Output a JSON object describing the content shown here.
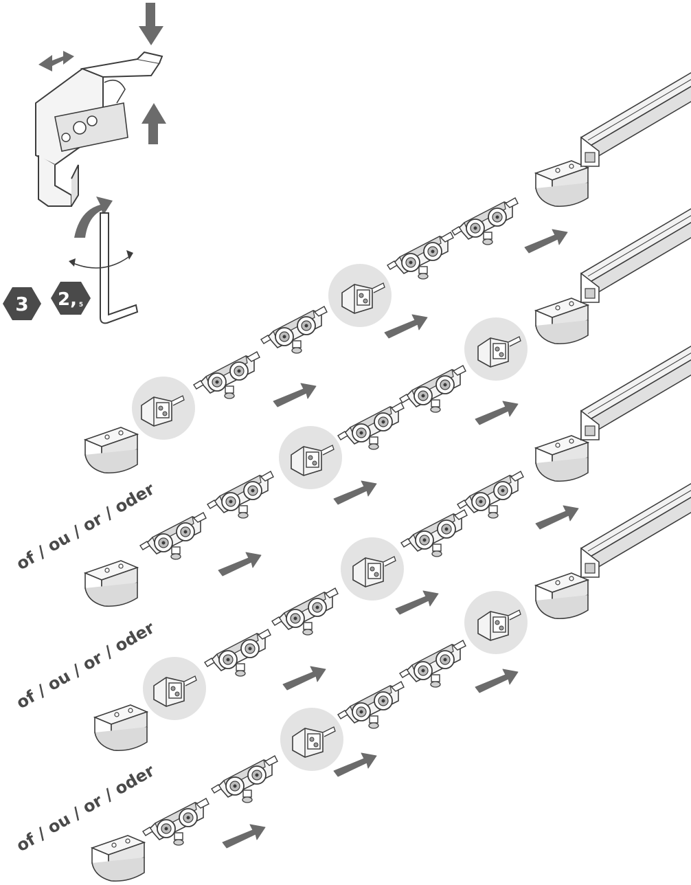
{
  "tools": {
    "hex_key_primary": "3",
    "hex_key_secondary_main": "2,",
    "hex_key_secondary_sub": "5"
  },
  "separators": [
    "of / ou / or / oder",
    "of / ou / or / oder",
    "of / ou / or / oder"
  ],
  "colors": {
    "arrow": "#6b6b6b",
    "hex_badge": "#4a4a4a",
    "highlight_circle": "#e3e3e3",
    "line": "#3c3c3c"
  }
}
